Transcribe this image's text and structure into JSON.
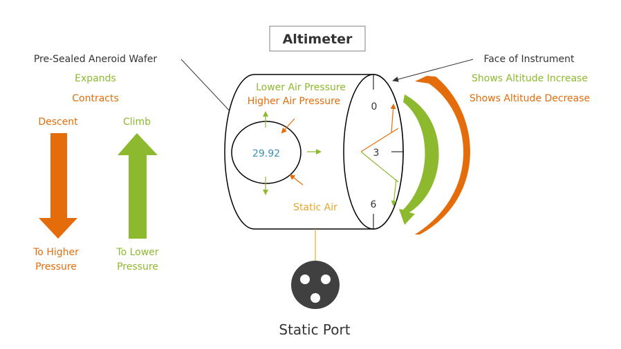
{
  "title": "Altimeter",
  "labels": {
    "wafer": "Pre-Sealed  Aneroid Wafer",
    "expands": "Expands",
    "contracts": "Contracts",
    "face": "Face of Instrument",
    "shows_increase": "Shows Altitude Increase",
    "shows_decrease": "Shows Altitude Decrease",
    "lower_air_pressure": "Lower Air Pressure",
    "higher_air_pressure": "Higher Air Pressure",
    "static_air": "Static Air",
    "static_port": "Static Port",
    "descent": "Descent",
    "climb": "Climb",
    "to_higher_1": "To Higher",
    "to_higher_2": "Pressure",
    "to_lower_1": "To Lower",
    "to_lower_2": "Pressure"
  },
  "dial": {
    "setting": "29.92",
    "tick_0": "0",
    "tick_3": "3",
    "tick_6": "6"
  },
  "colors": {
    "orange": "#E46C0A",
    "green": "#8DB92E",
    "yellow": "#E1A82A",
    "blue": "#3A8FB7",
    "dark": "#333333",
    "port": "#404040"
  }
}
